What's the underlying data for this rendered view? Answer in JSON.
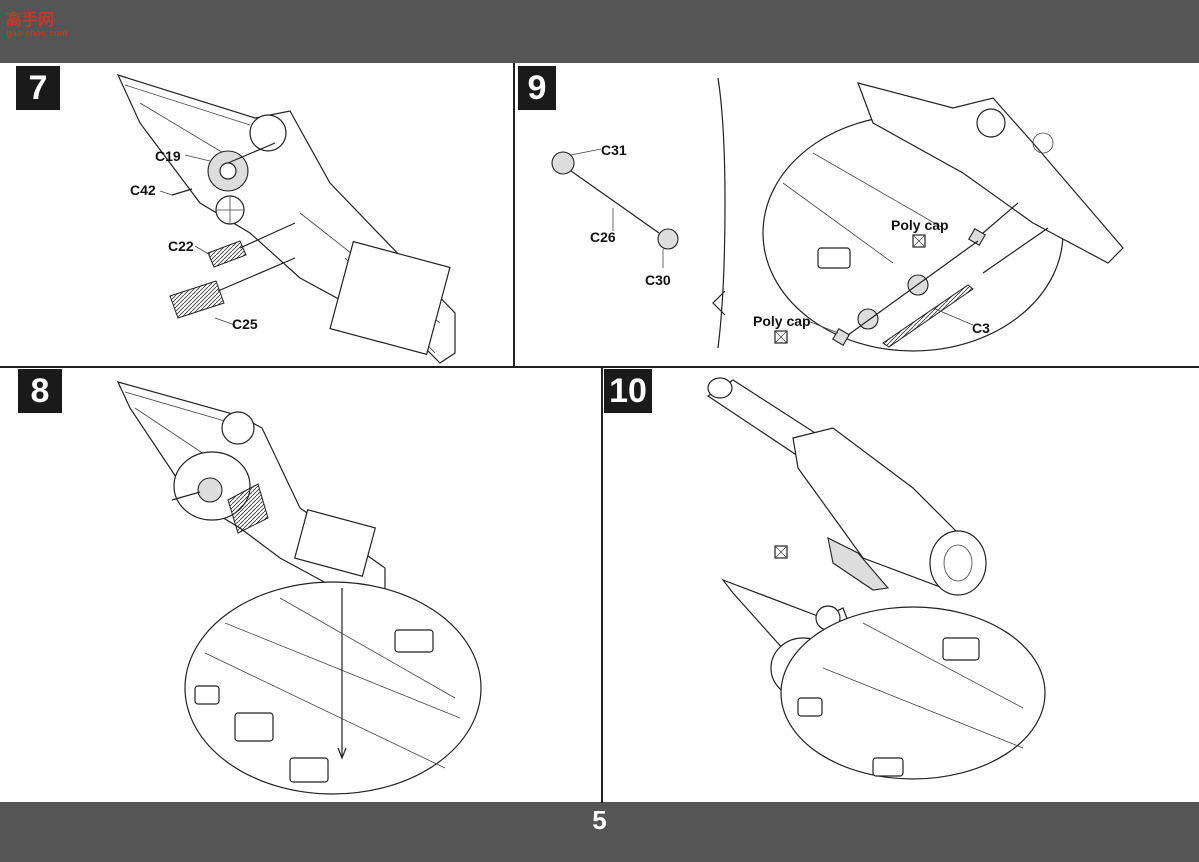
{
  "logo": {
    "cn": "高手网",
    "url": "gao-shou.com"
  },
  "page_number": "5",
  "steps": {
    "s7": {
      "number": "7",
      "labels": {
        "c19": "C19",
        "c42": "C42",
        "c22": "C22",
        "c25": "C25"
      }
    },
    "s9": {
      "number": "9",
      "labels": {
        "c31": "C31",
        "c26": "C26",
        "c30": "C30",
        "polycap1": "Poly cap",
        "polycap2": "Poly cap",
        "c3": "C3"
      }
    },
    "s8": {
      "number": "8"
    },
    "s10": {
      "number": "10"
    }
  }
}
